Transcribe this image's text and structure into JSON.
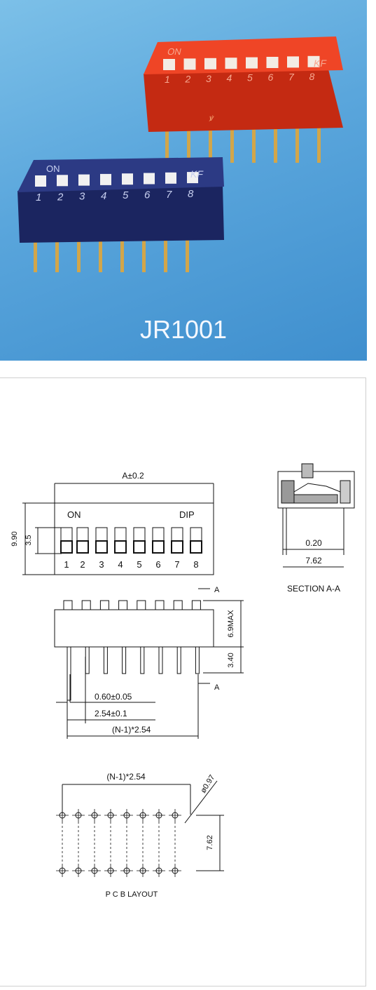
{
  "photo": {
    "model_name": "JR1001",
    "red_switch": {
      "on_mark": "ON",
      "brand_mark": "KF",
      "positions": [
        "1",
        "2",
        "3",
        "4",
        "5",
        "6",
        "7",
        "8"
      ]
    },
    "blue_switch": {
      "on_mark": "ON",
      "brand_mark": "KF",
      "positions": [
        "1",
        "2",
        "3",
        "4",
        "5",
        "6",
        "7",
        "8"
      ]
    }
  },
  "drawing": {
    "top_view": {
      "width_dim": "A±0.2",
      "height_dim": "9.90",
      "lever_dim": "3.5",
      "on_label": "ON",
      "dip_label": "DIP",
      "positions": [
        "1",
        "2",
        "3",
        "4",
        "5",
        "6",
        "7",
        "8"
      ]
    },
    "side_view": {
      "section_marker_top": "A",
      "section_marker_bottom": "A",
      "body_height_dim": "6.9MAX",
      "pin_length_dim": "3.40",
      "pin_width_dim": "0.60±0.05",
      "pitch_dim": "2.54±0.1",
      "span_dim": "(N-1)*2.54"
    },
    "section_view": {
      "dim_small": "0.20",
      "dim_row_spacing": "7.62",
      "caption": "SECTION A-A"
    },
    "pcb_layout": {
      "span_dim": "(N-1)*2.54",
      "hole_dim": "ø0.97",
      "row_spacing_dim": "7.62",
      "caption": "P C B LAYOUT"
    }
  },
  "colors": {
    "red_body": "#e0361c",
    "blue_body": "#1f2a66",
    "sky": "#5aa6dc"
  }
}
